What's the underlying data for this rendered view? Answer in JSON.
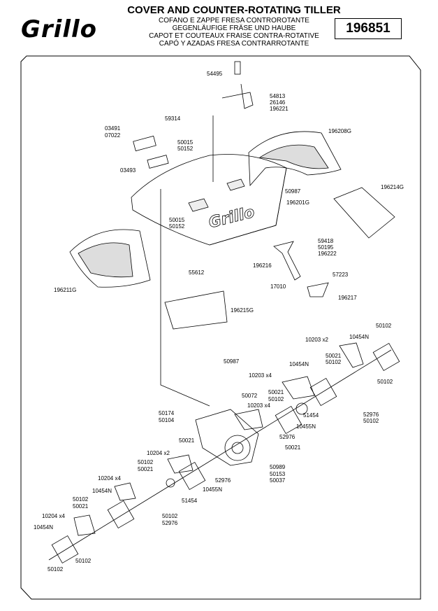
{
  "header": {
    "logo_text": "Grillo",
    "title": "COVER AND COUNTER-ROTATING TILLER",
    "subtitles": [
      "COFANO E ZAPPE FRESA CONTROROTANTE",
      "GEGENLÄUFIGE FRÄSE UND HAUBE",
      "CAPOT ET COUTEAUX FRAISE CONTRA-ROTATIVE",
      "CAPÓ Y AZADAS FRESA CONTRARROTANTE"
    ],
    "drawing_number": "196851"
  },
  "cover_logo_text": "Grillo",
  "part_labels": [
    "54495",
    "54813",
    "26146",
    "196221",
    "59314",
    "196208G",
    "03491",
    "07022",
    "50015",
    "50152",
    "03493",
    "50987",
    "196214G",
    "196201G",
    "50015",
    "50152",
    "59418",
    "50195",
    "196222",
    "196216",
    "57223",
    "17010",
    "196217",
    "196211G",
    "55612",
    "196215G",
    "50987",
    "50102",
    "10203 x2",
    "10454N",
    "50021",
    "50102",
    "50102",
    "10203 x4",
    "10454N",
    "50021",
    "50102",
    "50072",
    "10203 x4",
    "51454",
    "10455N",
    "52976",
    "50102",
    "50174",
    "50104",
    "50021",
    "52976",
    "50021",
    "10204 x2",
    "50102",
    "50021",
    "50989",
    "50153",
    "50037",
    "52976",
    "10455N",
    "10204 x4",
    "10454N",
    "51454",
    "50102",
    "50021",
    "50102",
    "52976",
    "10204 x4",
    "10454N",
    "50102",
    "50102"
  ]
}
